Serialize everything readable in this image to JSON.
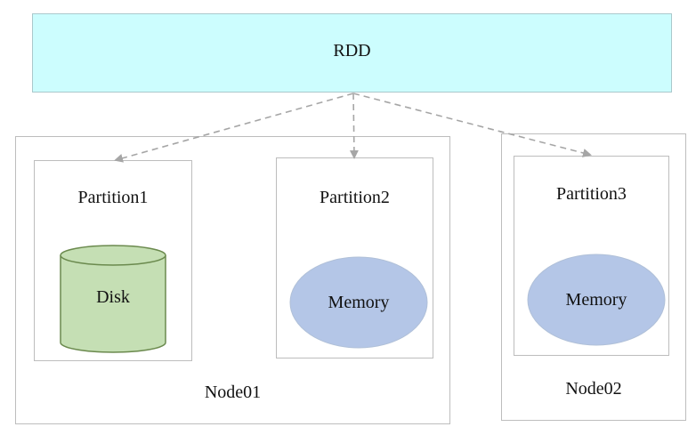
{
  "rdd": {
    "label": "RDD",
    "fill": "#ccfdfe"
  },
  "nodes": [
    {
      "label": "Node01"
    },
    {
      "label": "Node02"
    }
  ],
  "partitions": [
    {
      "label": "Partition1",
      "storage": "Disk",
      "storage_shape": "cylinder-icon",
      "storage_color": "#c5dfb4"
    },
    {
      "label": "Partition2",
      "storage": "Memory",
      "storage_shape": "ellipse",
      "storage_color": "#b4c6e7"
    },
    {
      "label": "Partition3",
      "storage": "Memory",
      "storage_shape": "ellipse",
      "storage_color": "#b4c6e7"
    }
  ],
  "edges": [
    {
      "from": "RDD",
      "to": "Partition1",
      "style": "dashed"
    },
    {
      "from": "RDD",
      "to": "Partition2",
      "style": "dashed"
    },
    {
      "from": "RDD",
      "to": "Partition3",
      "style": "dashed"
    }
  ]
}
